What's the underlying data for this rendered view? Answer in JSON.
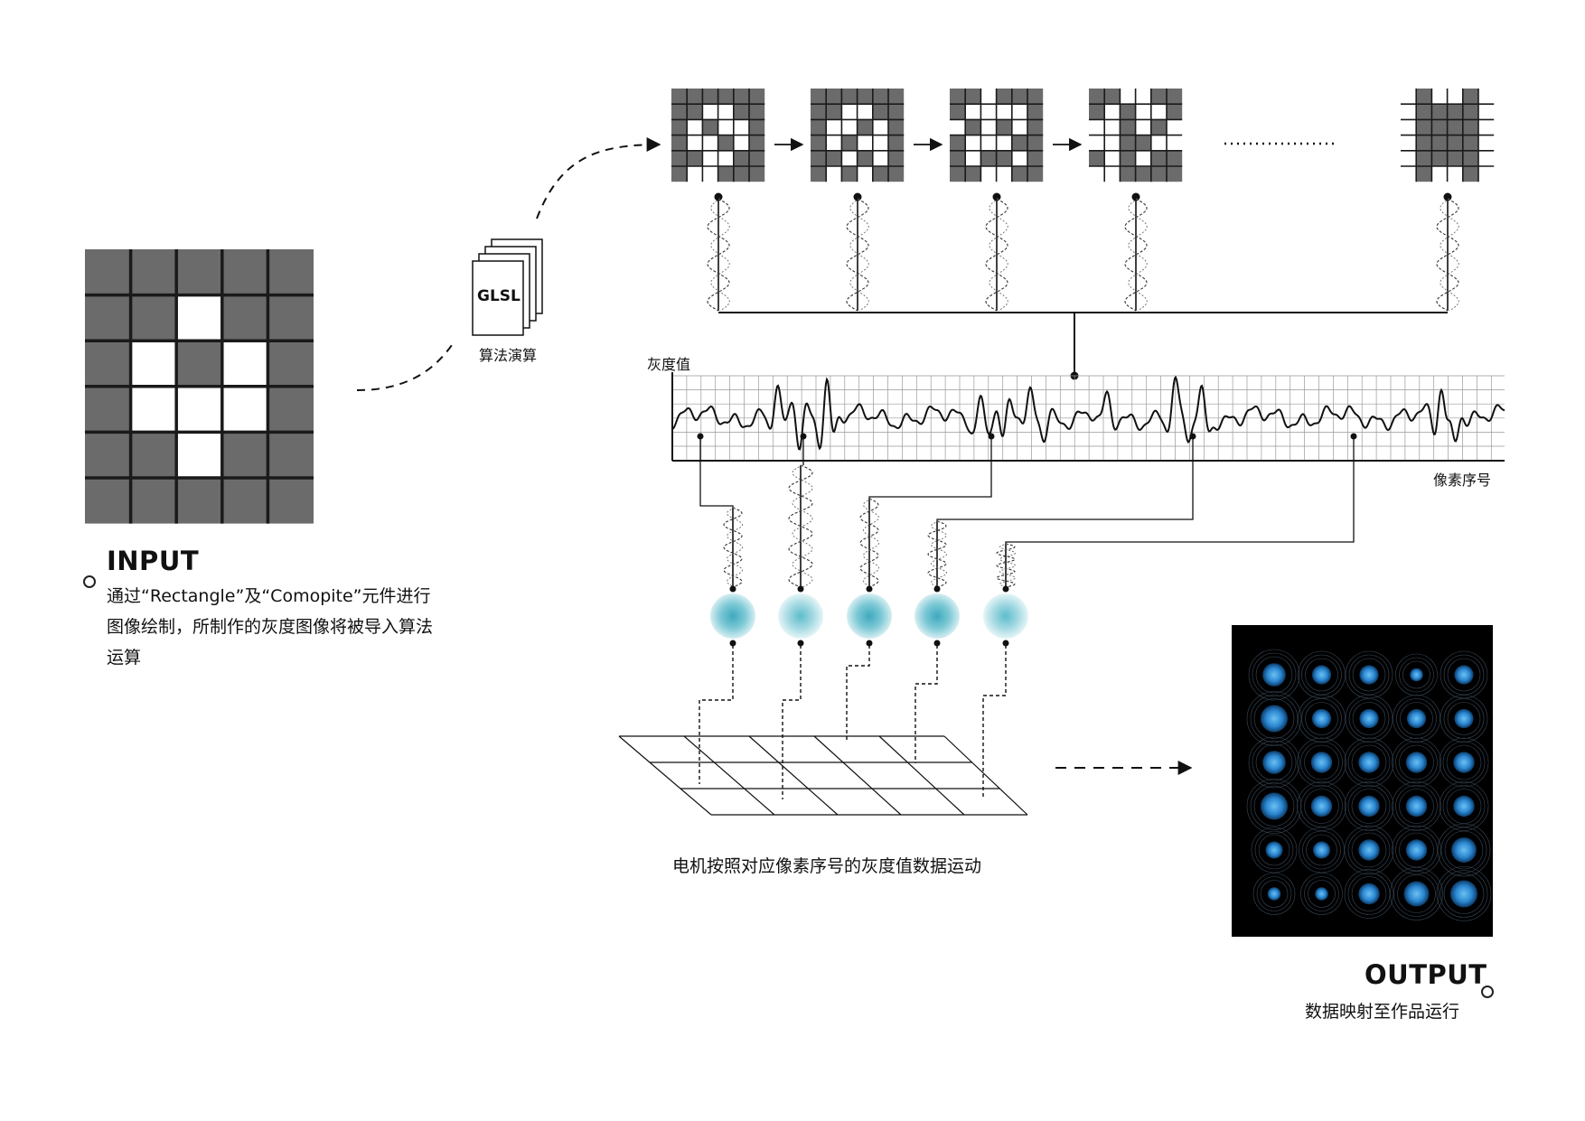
{
  "input": {
    "title": "INPUT",
    "description": "通过“Rectangle”及“Comopite”元件进行图像绘制，所制作的灰度图像将被导入算法运算"
  },
  "glsl": {
    "doc_label": "GLSL",
    "caption": "算法演算"
  },
  "waveform": {
    "ylabel": "灰度值",
    "xlabel": "像素序号"
  },
  "motor_caption": "电机按照对应像素序号的灰度值数据运动",
  "output": {
    "title": "OUTPUT",
    "description": "数据映射至作品运行"
  },
  "colors": {
    "grid_gray": "#6b6b6b",
    "grid_line": "#1a1a1a",
    "sphere_teal": "#4fb3c4",
    "output_bg": "#000000",
    "output_blue": "#2f8fd8"
  },
  "input_pixel_grid": {
    "cols": 5,
    "rows": 6,
    "white_cells": [
      [
        2,
        1
      ],
      [
        1,
        2
      ],
      [
        3,
        2
      ],
      [
        1,
        3
      ],
      [
        2,
        3
      ],
      [
        3,
        3
      ],
      [
        2,
        4
      ]
    ]
  },
  "frames": [
    {
      "white": [
        [
          2,
          1
        ],
        [
          3,
          1
        ],
        [
          1,
          2
        ],
        [
          3,
          2
        ],
        [
          4,
          2
        ],
        [
          1,
          3
        ],
        [
          2,
          3
        ],
        [
          4,
          3
        ],
        [
          2,
          4
        ],
        [
          3,
          4
        ],
        [
          1,
          5
        ],
        [
          2,
          5
        ]
      ]
    },
    {
      "white": [
        [
          2,
          1
        ],
        [
          3,
          1
        ],
        [
          1,
          2
        ],
        [
          2,
          2
        ],
        [
          4,
          2
        ],
        [
          1,
          3
        ],
        [
          3,
          3
        ],
        [
          4,
          3
        ],
        [
          2,
          4
        ],
        [
          4,
          4
        ],
        [
          1,
          5
        ],
        [
          3,
          5
        ]
      ]
    },
    {
      "white": [
        [
          2,
          0
        ],
        [
          1,
          1
        ],
        [
          2,
          1
        ],
        [
          3,
          1
        ],
        [
          4,
          1
        ],
        [
          0,
          2
        ],
        [
          2,
          2
        ],
        [
          4,
          2
        ],
        [
          1,
          3
        ],
        [
          2,
          3
        ],
        [
          3,
          3
        ],
        [
          1,
          4
        ],
        [
          4,
          4
        ],
        [
          2,
          5
        ],
        [
          3,
          5
        ]
      ]
    },
    {
      "white": [
        [
          2,
          0
        ],
        [
          3,
          0
        ],
        [
          1,
          1
        ],
        [
          3,
          1
        ],
        [
          4,
          1
        ],
        [
          0,
          2
        ],
        [
          1,
          2
        ],
        [
          3,
          2
        ],
        [
          5,
          2
        ],
        [
          0,
          3
        ],
        [
          1,
          3
        ],
        [
          4,
          3
        ],
        [
          5,
          3
        ],
        [
          1,
          4
        ],
        [
          3,
          4
        ],
        [
          0,
          5
        ],
        [
          1,
          5
        ]
      ]
    },
    {
      "white": [
        [
          0,
          0
        ],
        [
          2,
          0
        ],
        [
          3,
          0
        ],
        [
          5,
          0
        ],
        [
          0,
          1
        ],
        [
          5,
          1
        ],
        [
          0,
          2
        ],
        [
          5,
          2
        ],
        [
          0,
          3
        ],
        [
          5,
          3
        ],
        [
          0,
          4
        ],
        [
          5,
          4
        ],
        [
          0,
          5
        ],
        [
          2,
          5
        ],
        [
          3,
          5
        ],
        [
          5,
          5
        ]
      ]
    }
  ],
  "output_grid": {
    "cols": 5,
    "rows": 6,
    "intensity": [
      [
        0.8,
        0.6,
        0.6,
        0.3,
        0.6
      ],
      [
        1.0,
        0.6,
        0.6,
        0.6,
        0.6
      ],
      [
        0.8,
        0.7,
        0.7,
        0.7,
        0.7
      ],
      [
        1.0,
        0.7,
        0.7,
        0.7,
        0.7
      ],
      [
        0.5,
        0.5,
        0.7,
        0.7,
        0.9
      ],
      [
        0.3,
        0.3,
        0.7,
        0.9,
        1.0
      ]
    ]
  }
}
